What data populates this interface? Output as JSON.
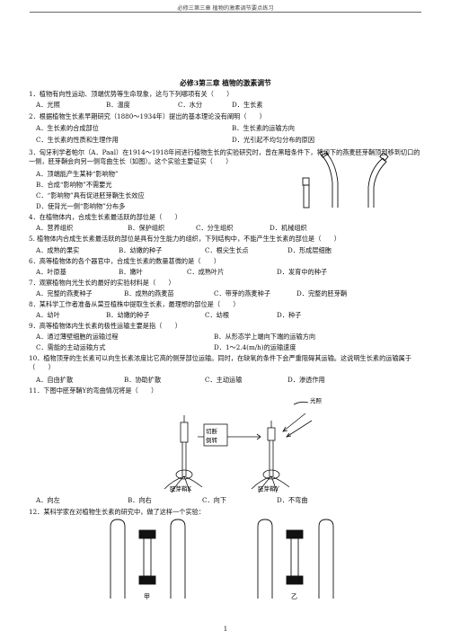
{
  "header": "必修三第三章 植物的激素调节要点练习",
  "title": "必修3第三章 植物的激素调节",
  "q1": {
    "stem": "1．植物有向性运动、顶端优势等生命现象，这与下列哪项有关（　　）",
    "a": "A．光照",
    "b": "B．温度",
    "c": "C．水分",
    "d": "D．生长素"
  },
  "q2": {
    "stem": "2．根据植物生长素早期研究（1880～1934年）提出的基本理论没有阐明（　　）",
    "a": "A．生长素的合成部位",
    "b": "B．生长素的运输方向",
    "c": "C．生长素的性质和生理作用",
    "d": "D．光引起不均匀分布的原因"
  },
  "q3": {
    "stem": "3．匈牙利学者帕尔（A．Paal）在1914～1918年间进行植物生长的实验研究时，曾在黑暗条件下，将切下的燕麦胚芽鞘顶部移到切口的一侧，胚芽鞘会向另一侧弯曲生长（如图）。这个实验主要证实（　　）",
    "a": "A．顶端能产生某种“影响物”",
    "b": "B．合成“影响物”不需要光",
    "c": "C．“影响物”具有促进胚芽鞘生长效应",
    "d": "D．使背光一侧“影响物”分布多"
  },
  "q4": {
    "stem": "4．在植物体内，合成生长素最活跃的部位是（　　）",
    "a": "A．营养组织",
    "b": "B．保护组织",
    "c": "C．分生组织",
    "d": "D．机械组织"
  },
  "q5": {
    "stem": "5. 植物体内合成生长素最活跃的部位是具有分生能力的组织，下列结构中，不能产生生长素的部位是（　　）",
    "a": "A．成熟的果实",
    "b": "B．幼嫩的种子",
    "c": "C．根尖生长点",
    "d": "D．形成层细胞"
  },
  "q6": {
    "stem": "6．高等植物体的各个器官中，合成生长素的数量甚微的是（　　）",
    "a": "A．叶原基",
    "b": "B．嫩叶",
    "c": "C．成熟叶片",
    "d": "D．发育中的种子"
  },
  "q7": {
    "stem": "7．观察植物向光生长的最好的实验材料是（　　）",
    "a": "A．完整的燕麦种子",
    "b": "B．成熟的燕麦苗",
    "c": "C．带芽的燕麦种子",
    "d": "D．完整的胚芽鞘"
  },
  "q8": {
    "stem": "8．某科学工作者准备从菜豆植株中提取生长素，最理想的部位是（　　）",
    "a": "A．幼叶",
    "b": "B．幼嫩的种子",
    "c": "C．幼根",
    "d": "D．种子"
  },
  "q9": {
    "stem": "9．高等植物体内生长素的极性运输主要是指（　　）",
    "a": "A．通过薄壁细胞的运输过程",
    "b": "B．从形态学上端向下端的运输方向",
    "c": "C．需能的主动运输方式",
    "d": "D．1～2.4(m/h)的运输速度"
  },
  "q10": {
    "stem": "10．植物顶芽的生长素可以向生长素浓度比它高的侧芽部位运输。同时，在缺氧的条件下会严重阻碍其运输。这说明生长素的运输属于（　　）",
    "a": "A．自由扩散",
    "b": "B．协助扩散",
    "c": "C．主动运输",
    "d": "D．渗透作用"
  },
  "q11": {
    "stem": "11．下图中胚芽鞘Y的弯曲情况将是（　　）",
    "a": "A．向左",
    "b": "B．向右",
    "c": "C．向下",
    "d": "D．不弯曲"
  },
  "q12": {
    "stem": "12．某科学家在对植物生长素的研究中，做了这样一个实验："
  },
  "fig11": {
    "cut": "切断",
    "flip": "倒转",
    "light": "光照",
    "x": "胚芽鞘X",
    "y": "胚芽鞘Y"
  },
  "fig12": {
    "jia": "甲",
    "yi": "乙"
  },
  "page_number": "1"
}
